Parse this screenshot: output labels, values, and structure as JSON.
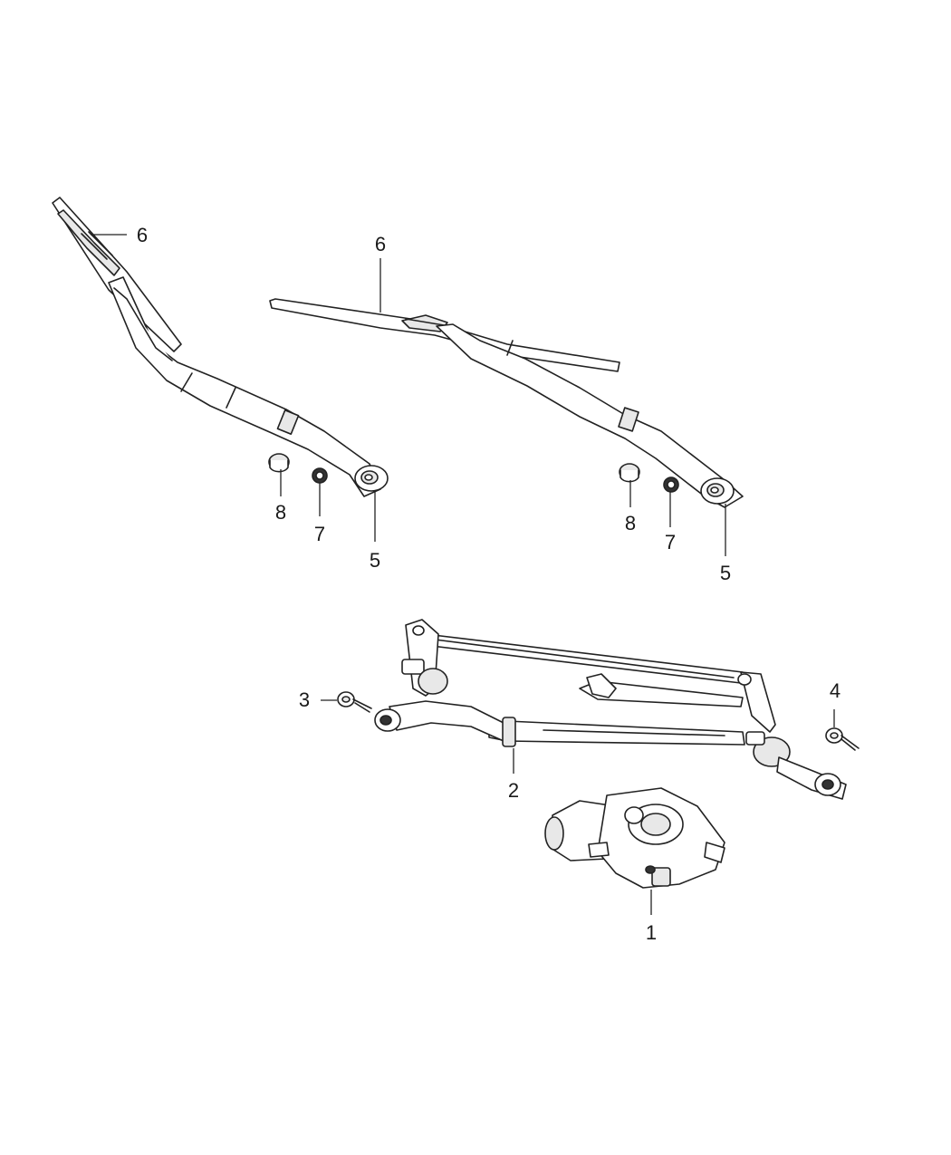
{
  "callouts": {
    "c6a": "6",
    "c6b": "6",
    "c8a": "8",
    "c7a": "7",
    "c5a": "5",
    "c8b": "8",
    "c7b": "7",
    "c5b": "5",
    "c3": "3",
    "c4": "4",
    "c2": "2",
    "c1": "1"
  },
  "parts": {
    "1": "wiper-motor",
    "2": "wiper-linkage",
    "3": "bolt-left",
    "4": "bolt-right",
    "5": "wiper-arm",
    "6": "wiper-blade",
    "7": "nut",
    "8": "cap"
  }
}
